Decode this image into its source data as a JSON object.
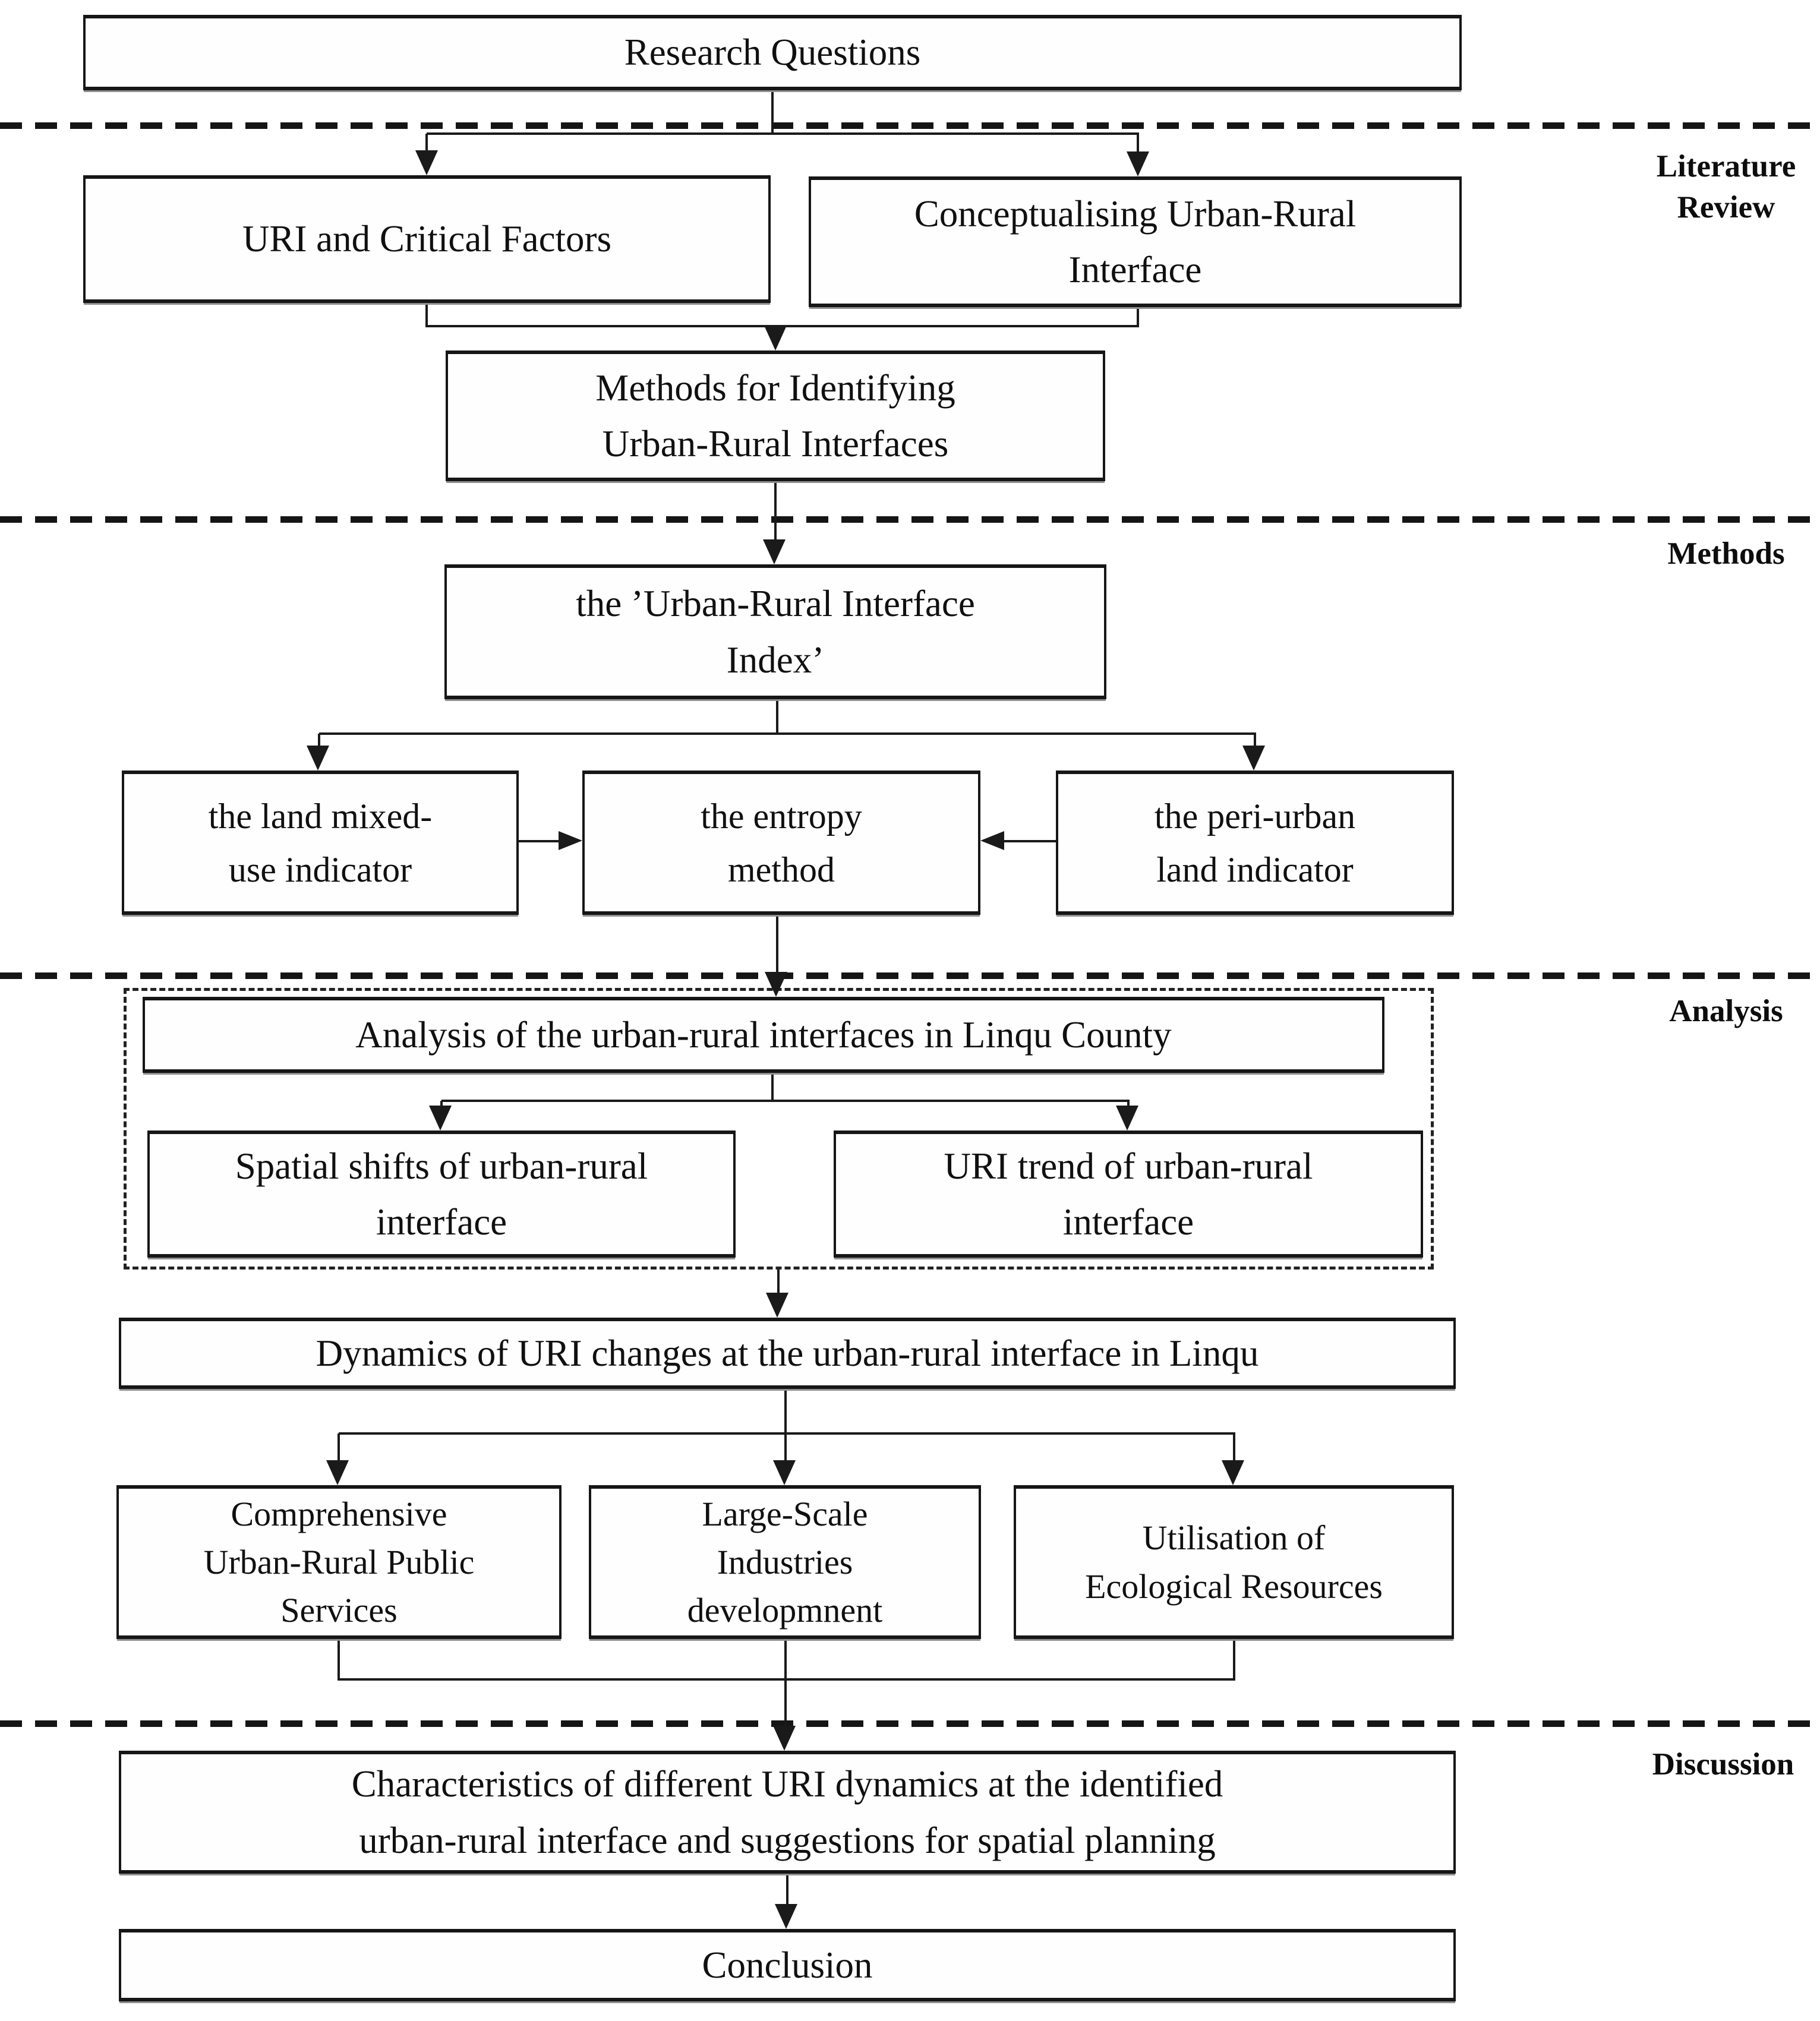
{
  "figure": {
    "type": "flowchart",
    "colors": {
      "background": "#ffffff",
      "box_border": "#161616",
      "line": "#1a1a1a",
      "text": "#101010"
    }
  },
  "sections": {
    "literature_review": {
      "label": "Literature\nReview"
    },
    "methods": {
      "label": "Methods"
    },
    "analysis": {
      "label": "Analysis"
    },
    "discussion": {
      "label": "Discussion"
    }
  },
  "nodes": {
    "research_questions": {
      "label": "Research Questions"
    },
    "uri_critical_factors": {
      "label": "URI and Critical Factors"
    },
    "conceptualising": {
      "label": "Conceptualising Urban-Rural\nInterface"
    },
    "methods_identifying": {
      "label": "Methods for Identifying\nUrban-Rural Interfaces"
    },
    "uri_index": {
      "label": "the ’Urban-Rural Interface\nIndex’"
    },
    "land_mixed_use": {
      "label": "the land mixed-\nuse indicator"
    },
    "entropy_method": {
      "label": "the entropy\nmethod"
    },
    "peri_urban_land": {
      "label": "the peri-urban\nland indicator"
    },
    "analysis_linqu": {
      "label": "Analysis of the urban-rural interfaces in Linqu County"
    },
    "spatial_shifts": {
      "label": "Spatial shifts of urban-rural\ninterface"
    },
    "uri_trend": {
      "label": "URI trend of urban-rural\ninterface"
    },
    "dynamics": {
      "label": "Dynamics of URI changes at the urban-rural interface in Linqu"
    },
    "public_services": {
      "label": "Comprehensive\nUrban-Rural Public\nServices"
    },
    "industries": {
      "label": "Large-Scale\nIndustries\ndevelopmnent"
    },
    "ecological": {
      "label": "Utilisation of\nEcological Resources"
    },
    "characteristics": {
      "label": "Characteristics of different URI dynamics at the identified\nurban-rural interface and suggestions for spatial planning"
    },
    "conclusion": {
      "label": "Conclusion"
    }
  }
}
